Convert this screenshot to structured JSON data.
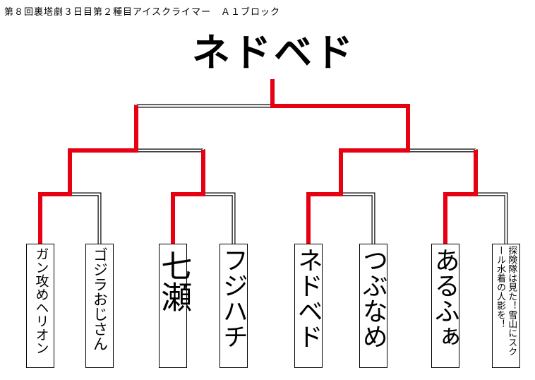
{
  "title": "第８回裏塔劇３日目第２種目アイスクライマー　Ａ１ブロック",
  "champion": {
    "name": "ネドベド"
  },
  "players": [
    {
      "name": "ガン攻めヘリオン"
    },
    {
      "name": "ゴジラおじさん"
    },
    {
      "name": "七瀬"
    },
    {
      "name": "フジハチ"
    },
    {
      "name": "ネドベド"
    },
    {
      "name": "つぶなめ"
    },
    {
      "name": "あるふぁ"
    },
    {
      "name": "探険隊は見た！雪山にスクール水着の人影を！"
    }
  ],
  "results": {
    "round1_winners": [
      "ガン攻めヘリオン",
      "七瀬",
      "ネドベド",
      "あるふぁ"
    ],
    "semifinal_winners": [
      "ガン攻めヘリオン",
      "ネドベド"
    ],
    "final_winner": "ネドベド"
  },
  "colors": {
    "winner_path": "#e60012",
    "bracket_line": "#000000"
  }
}
